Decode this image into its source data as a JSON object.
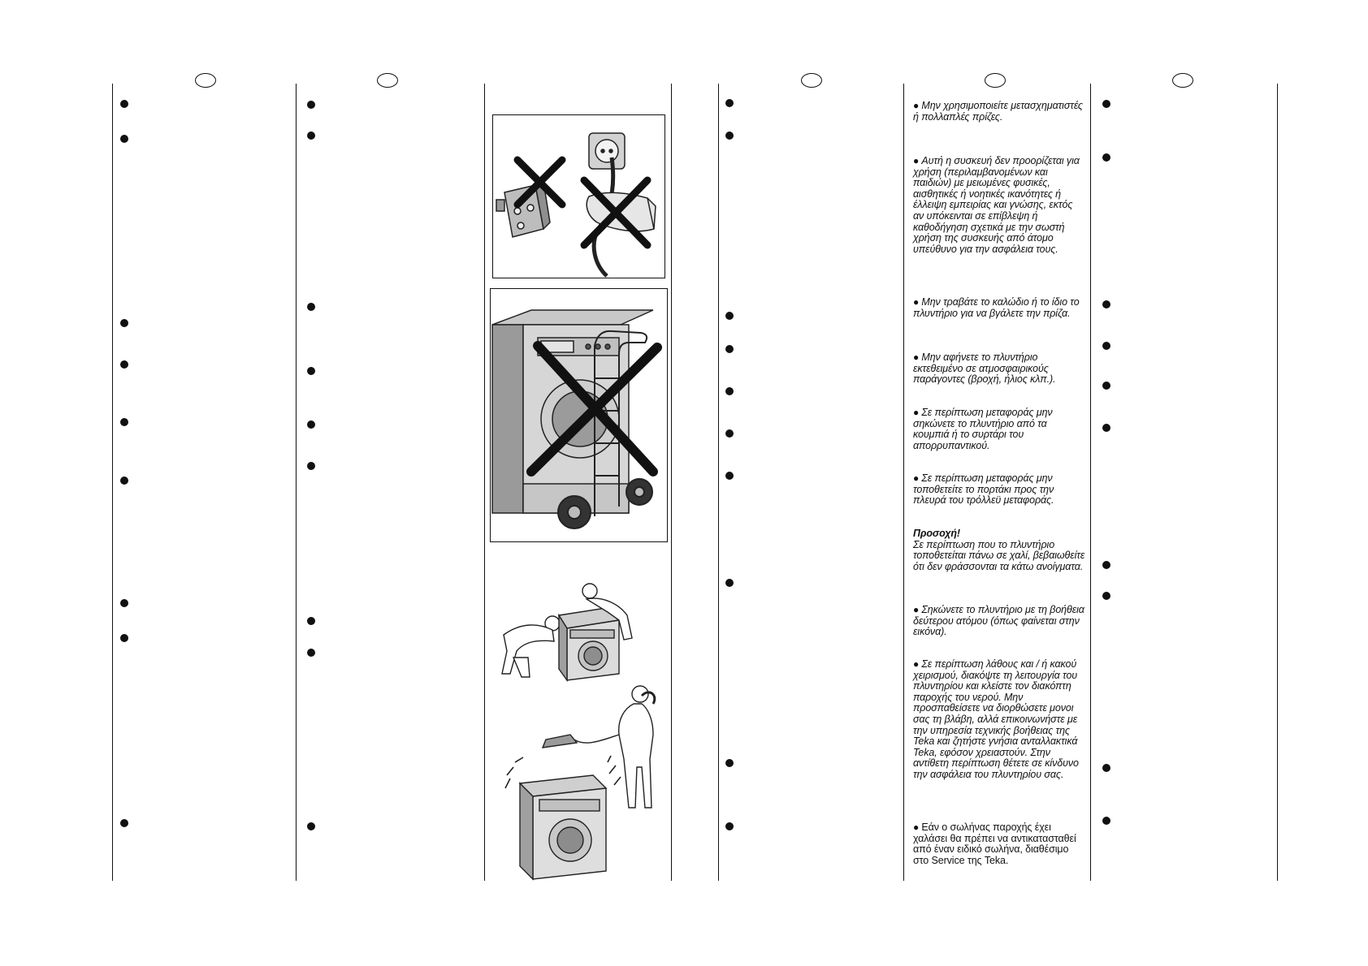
{
  "greek_column": {
    "paragraphs": [
      {
        "text": "Μην χρησιμοποιείτε μετασχηματιστές ή πολλαπλές πρίζες."
      },
      {
        "text": "Αυτή η συσκευή δεν προορίζεται για χρήση (περιλαμβανομένων και παιδιών) με μειωμένες φυσικές, αισθητικές ή νοητικές ικανότητες ή έλλειψη εμπειρίας και γνώσης, εκτός αν υπόκεινται σε επίβλεψη ή καθοδήγηση σχετικά με την σωστή χρήση της συσκευής από άτομο υπεύθυνο για την ασφάλεια τους."
      },
      {
        "text": "Μην τραβάτε το καλώδιο ή το ίδιο το πλυντήριο για να βγάλετε την πρίζα."
      },
      {
        "text": "Μην αφήνετε το πλυντήριο εκτεθειμένο σε ατμοσφαιρικούς παράγοντες (βροχή, ήλιος κλπ.)."
      },
      {
        "text": "Σε περίπτωση μεταφοράς μην σηκώνετε το πλυντήριο από τα κουμπιά ή το συρτάρι του απορρυπαντικού."
      },
      {
        "text": "Σε περίπτωση μεταφοράς μην τοποθετείτε το πορτάκι προς την πλευρά του τρόλλεϋ μεταφοράς."
      },
      {
        "heading": "Προσοχή!",
        "text": "Σε περίπτωση που το πλυντήριο τοποθετείται πάνω σε χαλί, βεβαιωθείτε ότι δεν φράσσονται τα κάτω ανοίγματα."
      },
      {
        "text": "Σηκώνετε το πλυντήριο με τη βοήθεια δεύτερου ατόμου (όπως φαίνεται στην εικόνα)."
      },
      {
        "text": "Σε περίπτωση λάθους και / ή κακού χειρισμού, διακόψτε τη λειτουργία του πλυντηρίου και κλείστε τον διακόπτη παροχής του νερού. Μην προσπαθείσετε να διορθώσετε μονοι σας τη βλάβη, αλλά επικοινωνήστε με την υπηρεσία τεχνικής βοήθειας της Teka και ζητήστε γνήσια ανταλλακτικά Teka, εφόσον χρειαστούν. Στην αντίθετη περίπτωση θέτετε σε κίνδυνο την ασφάλεια του πλυντηρίου σας."
      },
      {
        "text": "Εάν ο σωλήνας παροχής έχει χαλάσει θα πρέπει να αντικατασταθεί από έναν ειδικό σωλήνα, διαθέσιμο στο Service της Teka."
      }
    ]
  },
  "icons": {
    "fig1": "no-adapter-no-pull-cord-illustration",
    "fig2": "no-trolley-transport-illustration",
    "fig3": "two-person-lift-illustration",
    "fig4": "call-service-on-malfunction-illustration"
  }
}
